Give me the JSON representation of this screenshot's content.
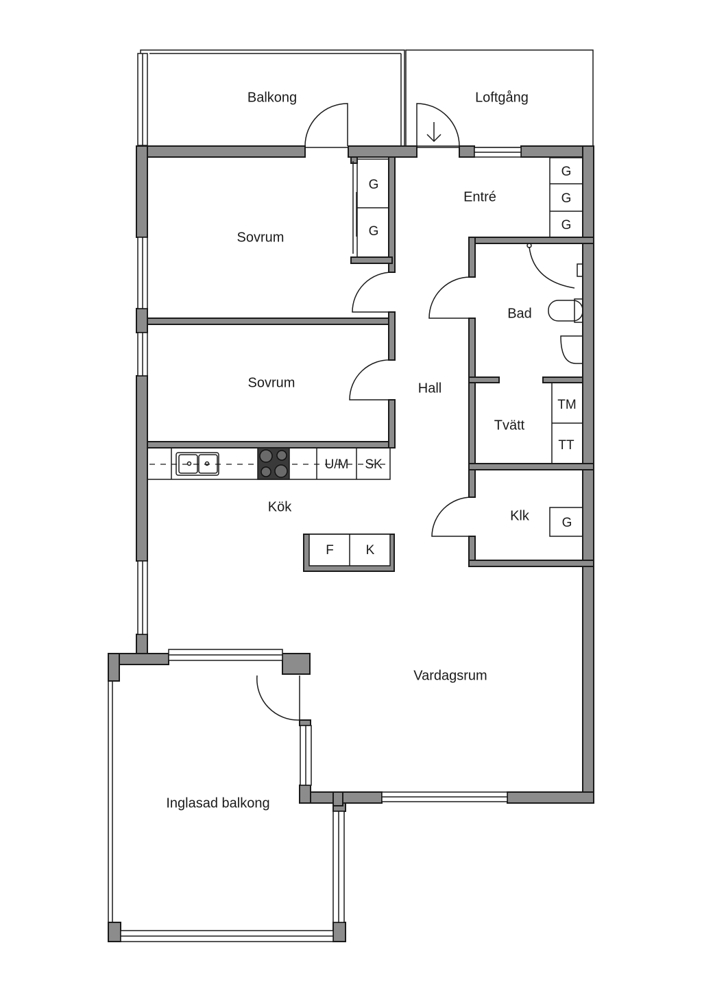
{
  "rooms": {
    "balkong": "Balkong",
    "loftgang": "Loftgång",
    "entre": "Entré",
    "sovrum1": "Sovrum",
    "sovrum2": "Sovrum",
    "bad": "Bad",
    "hall": "Hall",
    "tvatt": "Tvätt",
    "kok": "Kök",
    "klk": "Klk",
    "vardagsrum": "Vardagsrum",
    "inglasad": "Inglasad balkong"
  },
  "fixtures": {
    "wardrobe_g": "G",
    "tm": "TM",
    "tt": "TT",
    "um": "U/M",
    "sk": "SK",
    "fridge": "F",
    "freezer": "K"
  },
  "colors": {
    "wall": "#8c8c8c",
    "line": "#1a1a1a"
  }
}
